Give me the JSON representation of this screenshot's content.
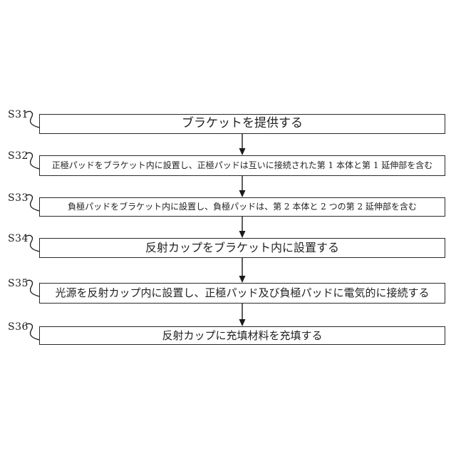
{
  "figure": {
    "kind": "patent-flowchart",
    "background_color": "#ffffff",
    "line_color": "#1a1a1a",
    "box_border_color": "#2a2a2a",
    "flow_direction": "top-to-bottom"
  },
  "steps": [
    {
      "id": "S31",
      "text": "ブラケットを提供する"
    },
    {
      "id": "S32",
      "text": "正極パッドをブラケット内に設置し、正極パッドは互いに接続された第 1 本体と第 1 延伸部を含む"
    },
    {
      "id": "S33",
      "text": "負極パッドをブラケット内に設置し、負極パッドは、第 2 本体と 2 つの第 2 延伸部を含む"
    },
    {
      "id": "S34",
      "text": "反射カップをブラケット内に設置する"
    },
    {
      "id": "S35",
      "text": "光源を反射カップ内に設置し、正極パッド及び負極パッドに電気的に接続する"
    },
    {
      "id": "S36",
      "text": "反射カップに充填材料を充填する"
    }
  ]
}
